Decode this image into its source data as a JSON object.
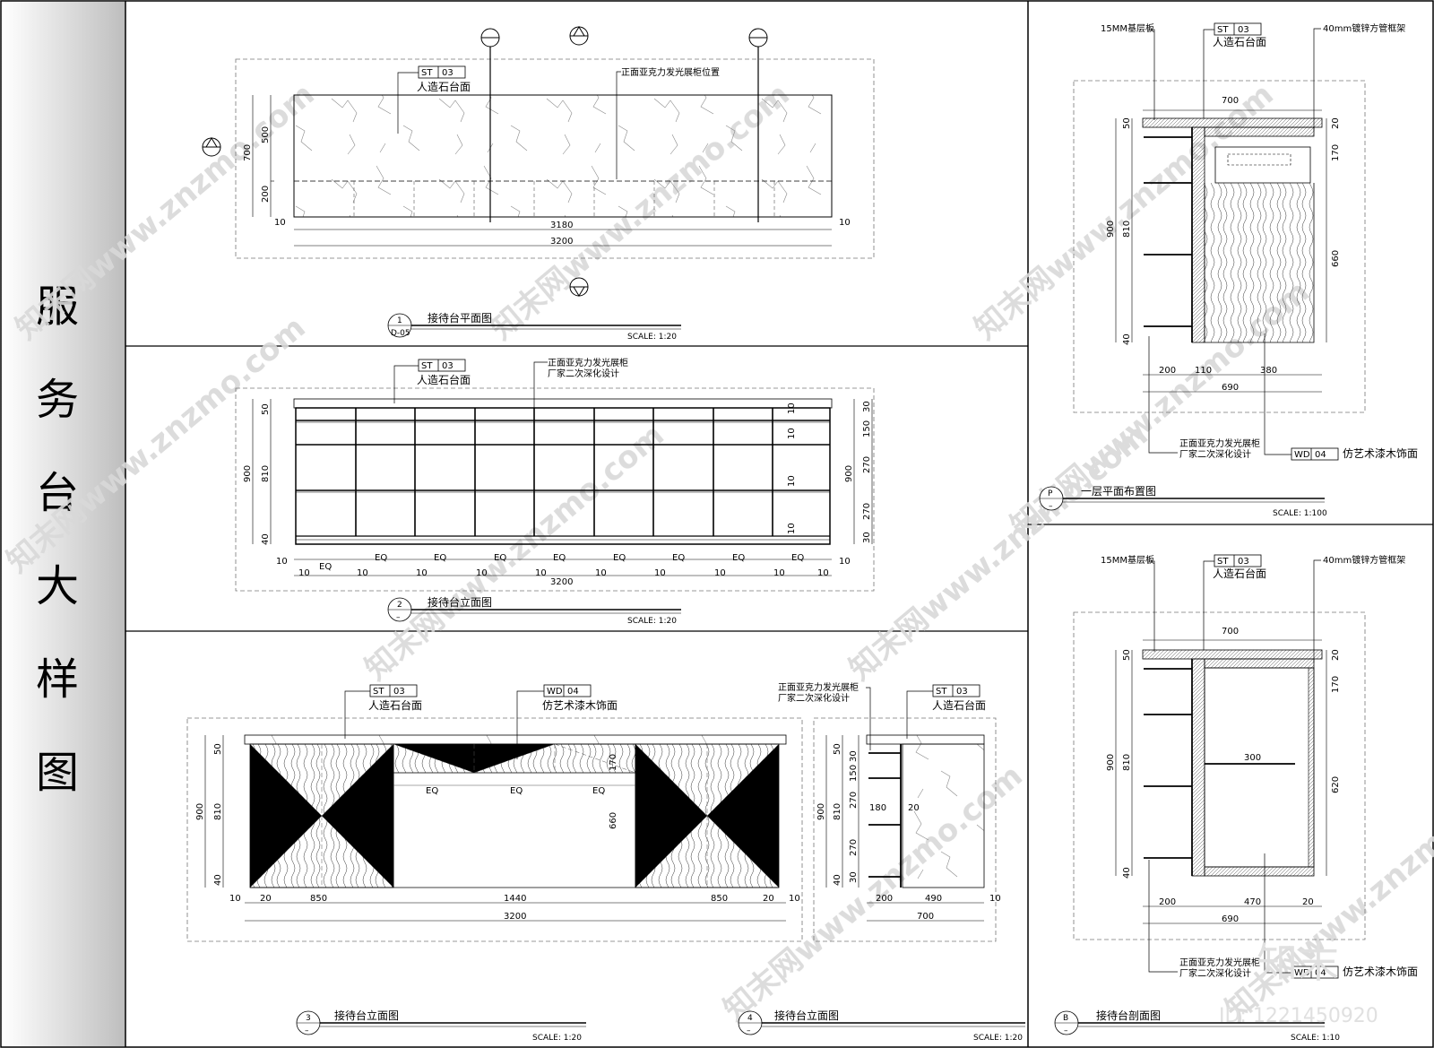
{
  "sheet": {
    "title_chars": [
      "服",
      "务",
      "台",
      "大",
      "样",
      "图"
    ],
    "watermark": "知末网www.znzmo.com",
    "brand_mark": "知末",
    "image_id": "ID: 1221450920"
  },
  "materials": {
    "st_code": "ST",
    "st_num": "03",
    "st_name": "人造石台面",
    "wd_code": "WD",
    "wd_num": "04",
    "wd_name": "仿艺术漆木饰面",
    "acrylic_line1": "正面亚克力发光展柜",
    "acrylic_line2": "厂家二次深化设计",
    "acrylic_position": "正面亚克力发光展柜位置",
    "base_board": "15MM基层板",
    "steel_frame": "40mm镀锌方管框架"
  },
  "views": {
    "plan": {
      "num": "1",
      "ref": "D-05",
      "title": "接待台平面图",
      "scale": "SCALE:  1:20"
    },
    "front": {
      "num": "2",
      "ref": "–",
      "title": "接待台立面图",
      "scale": "SCALE:  1:20"
    },
    "back": {
      "num": "3",
      "ref": "–",
      "title": "接待台立面图",
      "scale": "SCALE:  1:20"
    },
    "side": {
      "num": "4",
      "ref": "–",
      "title": "接待台立面图",
      "scale": "SCALE:  1:20"
    },
    "floor": {
      "num": "P",
      "ref": "–",
      "title": "一层平面布置图",
      "scale": "SCALE:  1:100"
    },
    "section": {
      "num": "B",
      "ref": "–",
      "title": "接待台剖面图",
      "scale": "SCALE:  1:10"
    }
  },
  "dims": {
    "plan": {
      "h700": "700",
      "h500": "500",
      "h200": "200",
      "w3180": "3180",
      "w3200": "3200",
      "d10": "10"
    },
    "front": {
      "h50": "50",
      "h900": "900",
      "h810": "810",
      "h40": "40",
      "r10": "10",
      "r150": "150",
      "r270": "270",
      "r30": "30",
      "eq": "EQ",
      "d10": "10",
      "w3200": "3200"
    },
    "back": {
      "h50": "50",
      "h900": "900",
      "h810": "810",
      "h40": "40",
      "h170": "170",
      "h660": "660",
      "eq": "EQ",
      "d10": "10",
      "d20": "20",
      "d850": "850",
      "d1440": "1440",
      "w3200": "3200"
    },
    "side": {
      "h50": "50",
      "h900": "900",
      "h810": "810",
      "h40": "40",
      "h30": "30",
      "h150": "150",
      "h270": "270",
      "d180": "180",
      "d20": "20",
      "d200": "200",
      "d490": "490",
      "d10": "10",
      "w700": "700"
    },
    "floor": {
      "w700": "700",
      "h50": "50",
      "h20": "20",
      "h170": "170",
      "h900": "900",
      "h810": "810",
      "h660": "660",
      "h40": "40",
      "d200": "200",
      "d110": "110",
      "d380": "380",
      "w690": "690"
    },
    "section": {
      "w700": "700",
      "h50": "50",
      "h20": "20",
      "h170": "170",
      "h900": "900",
      "h810": "810",
      "h620": "620",
      "h40": "40",
      "shelf300": "300",
      "d200": "200",
      "d470": "470",
      "d20": "20",
      "w690": "690"
    }
  }
}
